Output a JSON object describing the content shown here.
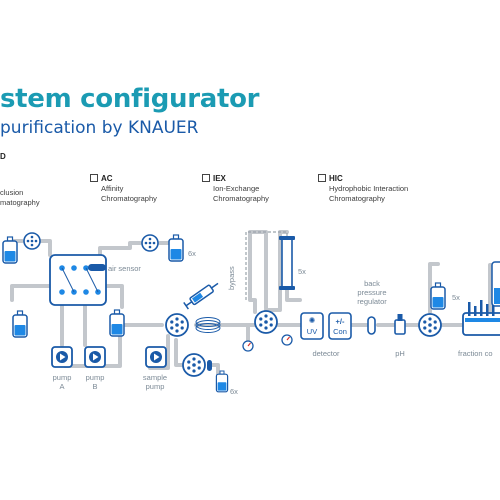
{
  "header": {
    "title": "stem configurator",
    "subtitle": "purification by KNAUER",
    "first_option_code": "D"
  },
  "options": [
    {
      "code": "",
      "desc1": "clusion",
      "desc2": "matography"
    },
    {
      "code": "AC",
      "desc1": "Affinity",
      "desc2": "Chromatography"
    },
    {
      "code": "IEX",
      "desc1": "Ion-Exchange",
      "desc2": "Chromatography"
    },
    {
      "code": "HIC",
      "desc1": "Hydrophobic Interaction",
      "desc2": "Chromatography"
    }
  ],
  "labels": {
    "air_sensor": "air sensor",
    "six_x_a": "6x",
    "six_x_b": "6x",
    "five_x_col": "5x",
    "five_x_right": "5x",
    "bypass": "bypass",
    "back_pressure_1": "back",
    "back_pressure_2": "pressure",
    "back_pressure_3": "regulator",
    "uv": "UV",
    "con_1": "+/-",
    "con_2": "Con",
    "detector": "detector",
    "ph": "pH",
    "fraction": "fraction co",
    "pump_a_1": "pump",
    "pump_a_2": "A",
    "pump_b_1": "pump",
    "pump_b_2": "B",
    "sample_pump_1": "sample",
    "sample_pump_2": "pump"
  },
  "colors": {
    "tube": "#c3c7cc",
    "accent": "#1a5aa8",
    "teal": "#1b9bb3",
    "liquid": "#1e88e5",
    "red": "#d9322b"
  }
}
